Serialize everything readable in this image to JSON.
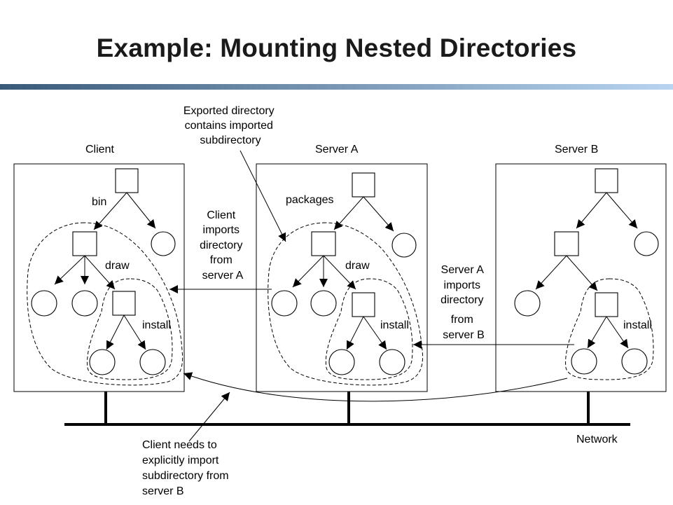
{
  "title": "Example: Mounting Nested Directories",
  "machines": {
    "client": "Client",
    "server_a": "Server A",
    "server_b": "Server B"
  },
  "directory_labels": {
    "bin": "bin",
    "packages": "packages",
    "draw_client": "draw",
    "draw_server_a": "draw",
    "install_client": "install",
    "install_server_a": "install",
    "install_server_b": "install"
  },
  "network_label": "Network",
  "annotations": {
    "exported": [
      "Exported directory",
      "contains imported",
      "subdirectory"
    ],
    "client_imports": [
      "Client",
      "imports",
      "directory",
      "from",
      "server A"
    ],
    "server_a_imports": [
      "Server A",
      "imports",
      "directory",
      "from",
      "server B"
    ],
    "client_needs": [
      "Client needs to",
      "explicitly import",
      "subdirectory from",
      "server B"
    ]
  },
  "colors": {
    "title_rule_left": "#3a5a7a",
    "title_rule_right": "#b8d4f0"
  }
}
